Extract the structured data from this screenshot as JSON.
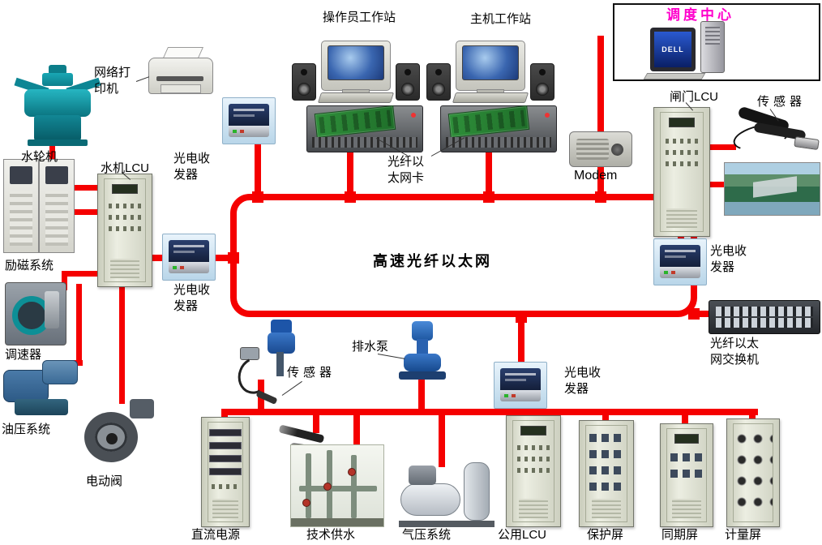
{
  "labels": {
    "operator_workstation": "操作员工作站",
    "host_workstation": "主机工作站",
    "dispatch_center": "调度中心",
    "network_printer": "网络打印机",
    "transceiver": "光电收发器",
    "fiber_nic": "光纤以太网卡",
    "modem": "Modem",
    "gate_lcu": "闸门LCU",
    "sensor_top": "传感器",
    "turbine": "水轮机",
    "hydro_lcu": "水机LCU",
    "excitation": "励磁系统",
    "governor": "调速器",
    "oil_pressure": "油压系统",
    "electric_valve": "电动阀",
    "ethernet_bus": "高速光纤以太网",
    "drain_pump": "排水泵",
    "sensor_mid": "传感器",
    "fiber_switch": "光纤以太网交换机",
    "dc_power": "直流电源",
    "tech_water": "技术供水",
    "air_pressure": "气压系统",
    "common_lcu": "公用LCU",
    "protection_panel": "保护屏",
    "sync_panel": "同期屏",
    "metering_panel": "计量屏",
    "dell_logo": "DELL"
  },
  "colors": {
    "bus": "#f50000",
    "dispatch_text": "#ff00cc"
  }
}
